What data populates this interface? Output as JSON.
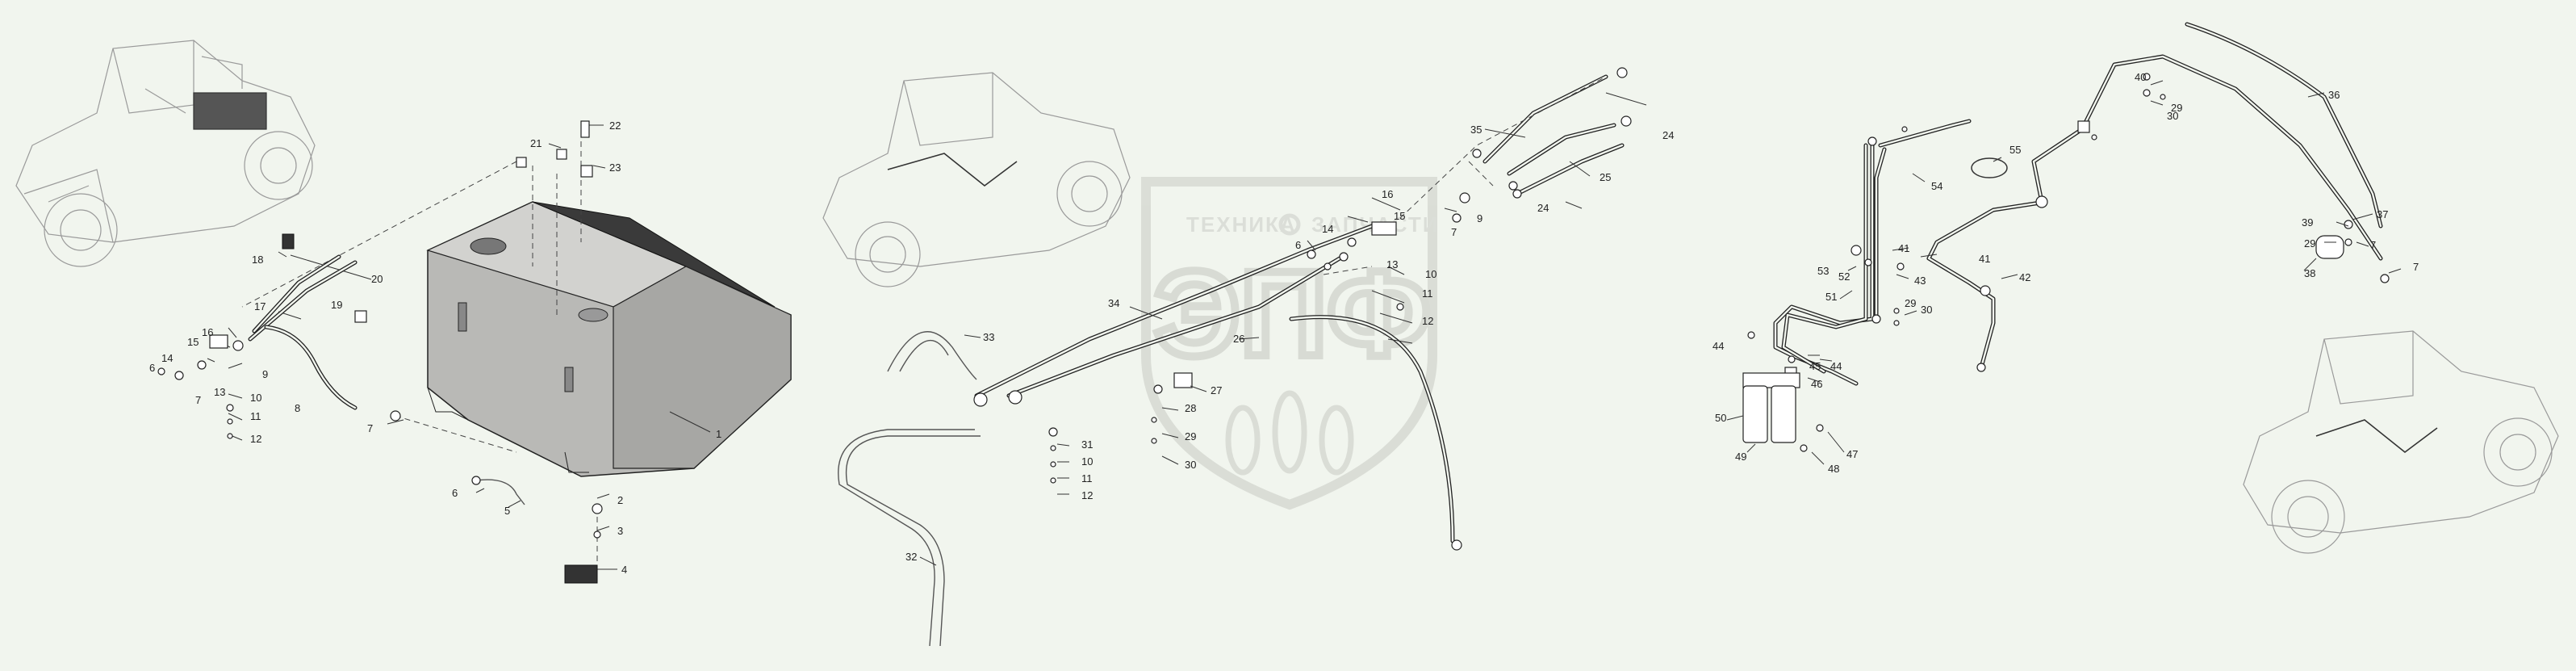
{
  "watermark": {
    "line1": "ТЕХНИКА",
    "line2": "ЗАПЧАСТИ",
    "monogram": "ЭПФ"
  },
  "callouts": [
    {
      "id": "c22",
      "text": "22"
    },
    {
      "id": "c21",
      "text": "21"
    },
    {
      "id": "c23",
      "text": "23"
    },
    {
      "id": "c18",
      "text": "18"
    },
    {
      "id": "c20",
      "text": "20"
    },
    {
      "id": "c17",
      "text": "17"
    },
    {
      "id": "c19",
      "text": "19"
    },
    {
      "id": "c16",
      "text": "16"
    },
    {
      "id": "c15",
      "text": "15"
    },
    {
      "id": "c14",
      "text": "14"
    },
    {
      "id": "c9",
      "text": "9"
    },
    {
      "id": "c6",
      "text": "6"
    },
    {
      "id": "c13",
      "text": "13"
    },
    {
      "id": "c10",
      "text": "10"
    },
    {
      "id": "c7",
      "text": "7"
    },
    {
      "id": "c8",
      "text": "8"
    },
    {
      "id": "c11",
      "text": "11"
    },
    {
      "id": "c12",
      "text": "12"
    },
    {
      "id": "c7b",
      "text": "7"
    },
    {
      "id": "c1",
      "text": "1"
    },
    {
      "id": "c6b",
      "text": "6"
    },
    {
      "id": "c5",
      "text": "5"
    },
    {
      "id": "c2",
      "text": "2"
    },
    {
      "id": "c3",
      "text": "3"
    },
    {
      "id": "c4",
      "text": "4"
    },
    {
      "id": "c35",
      "text": "35"
    },
    {
      "id": "c24",
      "text": "24"
    },
    {
      "id": "c25",
      "text": "25"
    },
    {
      "id": "c24b",
      "text": "24"
    },
    {
      "id": "c16b",
      "text": "16"
    },
    {
      "id": "c15b",
      "text": "15"
    },
    {
      "id": "c9b",
      "text": "9"
    },
    {
      "id": "c14b",
      "text": "14"
    },
    {
      "id": "c7c",
      "text": "7"
    },
    {
      "id": "c6c",
      "text": "6"
    },
    {
      "id": "c13b",
      "text": "13"
    },
    {
      "id": "c10b",
      "text": "10"
    },
    {
      "id": "c11b",
      "text": "11"
    },
    {
      "id": "c12b",
      "text": "12"
    },
    {
      "id": "c34",
      "text": "34"
    },
    {
      "id": "c26",
      "text": "26"
    },
    {
      "id": "c33",
      "text": "33"
    },
    {
      "id": "c27",
      "text": "27"
    },
    {
      "id": "c28",
      "text": "28"
    },
    {
      "id": "c29",
      "text": "29"
    },
    {
      "id": "c30",
      "text": "30"
    },
    {
      "id": "c31",
      "text": "31"
    },
    {
      "id": "c10c",
      "text": "10"
    },
    {
      "id": "c11c",
      "text": "11"
    },
    {
      "id": "c12c",
      "text": "12"
    },
    {
      "id": "c32",
      "text": "32"
    },
    {
      "id": "c40",
      "text": "40"
    },
    {
      "id": "c29b",
      "text": "29"
    },
    {
      "id": "c30b",
      "text": "30"
    },
    {
      "id": "c36",
      "text": "36"
    },
    {
      "id": "c55",
      "text": "55"
    },
    {
      "id": "c54",
      "text": "54"
    },
    {
      "id": "c41",
      "text": "41"
    },
    {
      "id": "c43",
      "text": "43"
    },
    {
      "id": "c53",
      "text": "53"
    },
    {
      "id": "c52",
      "text": "52"
    },
    {
      "id": "c51",
      "text": "51"
    },
    {
      "id": "c41b",
      "text": "41"
    },
    {
      "id": "c42",
      "text": "42"
    },
    {
      "id": "c29c",
      "text": "29"
    },
    {
      "id": "c30c",
      "text": "30"
    },
    {
      "id": "c44",
      "text": "44"
    },
    {
      "id": "c45",
      "text": "45"
    },
    {
      "id": "c46",
      "text": "46"
    },
    {
      "id": "c44b",
      "text": "44"
    },
    {
      "id": "c50",
      "text": "50"
    },
    {
      "id": "c49",
      "text": "49"
    },
    {
      "id": "c47",
      "text": "47"
    },
    {
      "id": "c48",
      "text": "48"
    },
    {
      "id": "c39",
      "text": "39"
    },
    {
      "id": "c37",
      "text": "37"
    },
    {
      "id": "c29d",
      "text": "29"
    },
    {
      "id": "c7d",
      "text": "7"
    },
    {
      "id": "c38",
      "text": "38"
    },
    {
      "id": "c7e",
      "text": "7"
    }
  ]
}
